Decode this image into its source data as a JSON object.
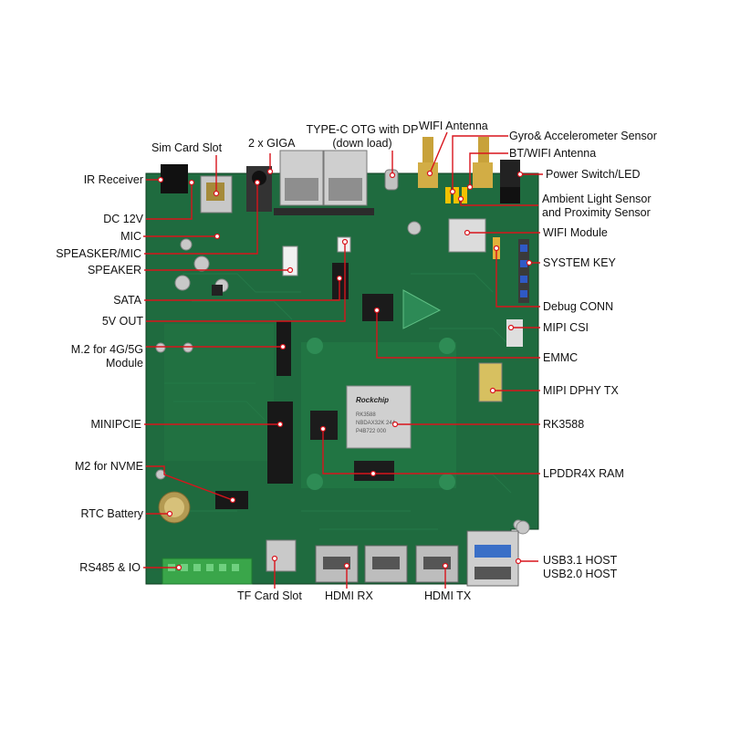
{
  "diagram": {
    "board_chip_text": {
      "brand": "Rockchip",
      "model": "RK3588",
      "line2": "NBDAX32K 244",
      "line3": "P4B722 000"
    },
    "labels": {
      "sim_card_slot": "Sim Card Slot",
      "two_giga": "2 x GIGA",
      "type_c_otg_line1": "TYPE-C OTG with DP",
      "type_c_otg_line2": "(down load)",
      "wifi_antenna": "WIFI Antenna",
      "gyro_sensor": "Gyro& Accelerometer Sensor",
      "bt_wifi_antenna": "BT/WIFI Antenna",
      "power_switch": "Power Switch/LED",
      "ambient_line1": "Ambient Light Sensor",
      "ambient_line2": "and Proximity Sensor",
      "wifi_module": "WIFI Module",
      "system_key": "SYSTEM KEY",
      "debug_conn": "Debug CONN",
      "mipi_csi": "MIPI CSI",
      "emmc": "EMMC",
      "mipi_dphy_tx": "MIPI DPHY TX",
      "rk3588": "RK3588",
      "lpddr4x": "LPDDR4X RAM",
      "usb31_host": "USB3.1 HOST",
      "usb20_host": "USB2.0 HOST",
      "ir_receiver": "IR Receiver",
      "dc_12v": "DC 12V",
      "mic": "MIC",
      "speaker_mic": "SPEASKER/MIC",
      "speaker": "SPEAKER",
      "sata": "SATA",
      "five_v_out": "5V OUT",
      "m2_4g5g_line1": "M.2 for 4G/5G",
      "m2_4g5g_line2": "Module",
      "minipcie": "MINIPCIE",
      "m2_nvme": "M2 for NVME",
      "rtc_battery": "RTC Battery",
      "rs485_io": "RS485 & IO",
      "tf_card_slot": "TF Card Slot",
      "hdmi_rx": "HDMI RX",
      "hdmi_tx": "HDMI TX"
    },
    "colors": {
      "pcb": "#1f6b3f",
      "pcb_dark": "#16532f",
      "leader": "#d8141c",
      "terminal": "#3aa64a",
      "text": "#111111"
    }
  }
}
